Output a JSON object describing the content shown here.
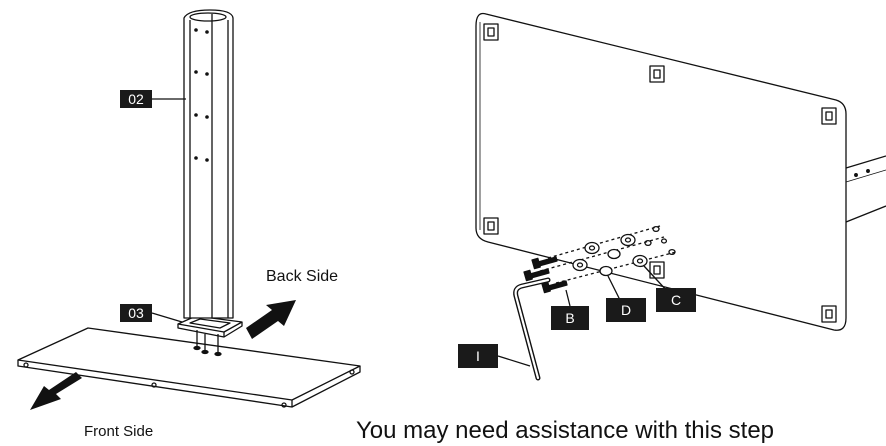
{
  "labels": {
    "part_02": "02",
    "part_03": "03",
    "back_side": "Back Side",
    "front_side": "Front Side",
    "hardware_b": "B",
    "hardware_c": "C",
    "hardware_d": "D",
    "tool_i": "I"
  },
  "caption": "You may need assistance with this step",
  "colors": {
    "line": "#111111",
    "tag_bg": "#1a1a1a",
    "tag_text": "#ffffff",
    "background": "#ffffff"
  }
}
